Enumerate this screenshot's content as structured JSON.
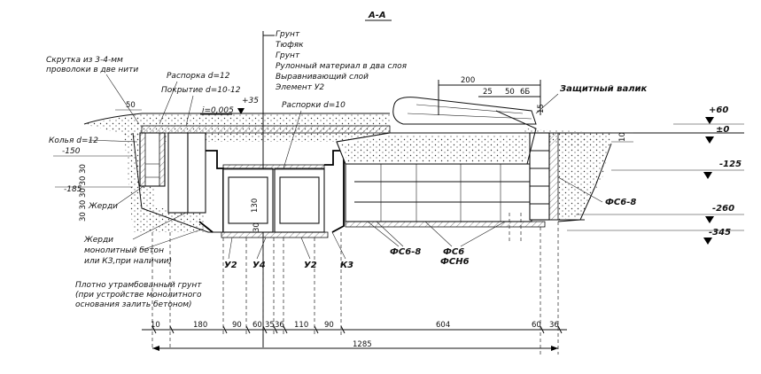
{
  "title": "А-А",
  "layers": {
    "items": [
      "Грунт",
      "Тюфяк",
      "Грунт",
      "Рулонный материал в два слоя",
      "Выравнивающий слой",
      "Элемент У2"
    ]
  },
  "labels": {
    "twist": "Скрутка из 3-4-мм",
    "twist2": "проволоки в две нити",
    "spacer12": "Распорка d=12",
    "cover": "Покрытие d=10-12",
    "slope": "i=0,005",
    "spacers10": "Распорки d=10",
    "stakes": "Колья d=12",
    "poles": "Жерди",
    "poles2": "Жерди",
    "mono": "монолитный бетон",
    "mono2": "или КЗ,при наличии)",
    "soil_note1": "Плотно утрамбованный грунт",
    "soil_note2": "(при устройстве монолитного",
    "soil_note3": "основания залить бетоном)",
    "shaft": "Защитный валик",
    "fs68a": "ФС6-8",
    "fs68b": "ФС6-8",
    "fs6": "ФС6",
    "fsn6": "ФСН6",
    "u2a": "У2",
    "u4": "У4",
    "u2b": "У2",
    "k3": "К3"
  },
  "levels": {
    "p60": "+60",
    "zero": "±0",
    "m125": "-125",
    "m260": "-260",
    "m345": "-345",
    "m150": "-150",
    "m185": "-185",
    "p35": "+35"
  },
  "dims": {
    "top": [
      "200",
      "25",
      "50",
      "6Б",
      "15",
      "10"
    ],
    "left50": "50",
    "d130": "130",
    "d30": "30",
    "stack": "30 30 30 30 30",
    "bottom": [
      "10",
      "180",
      "90",
      "60",
      "35",
      "36",
      "110",
      "90",
      "604",
      "60",
      "36"
    ],
    "total": "1285"
  }
}
